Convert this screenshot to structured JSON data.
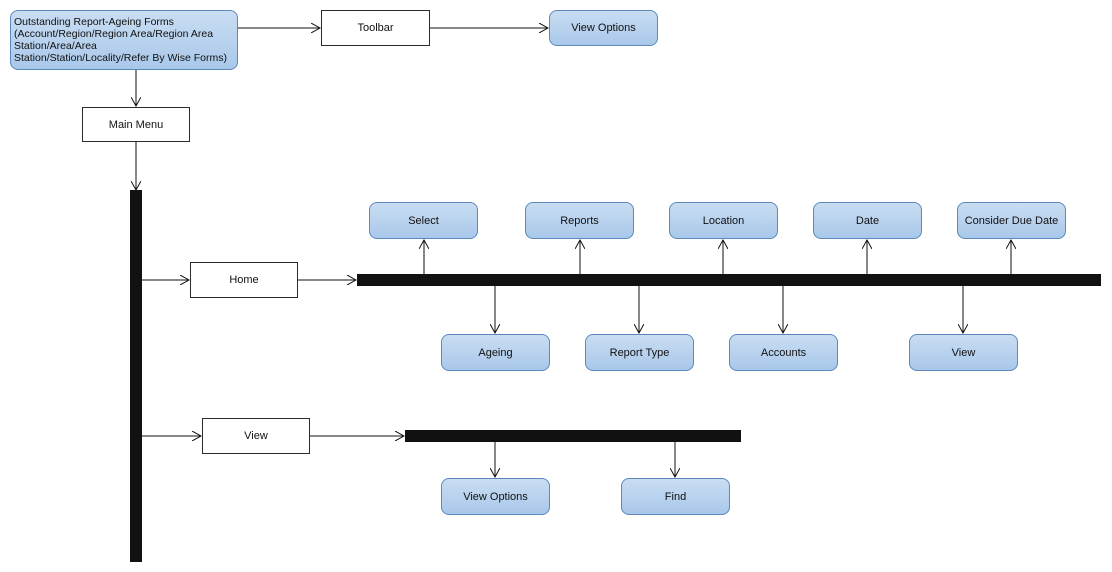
{
  "diagram": {
    "root": {
      "label": "Outstanding Report-Ageing Forms (Account/Region/Region Area/Region Area Station/Area/Area Station/Station/Locality/Refer By Wise Forms)"
    },
    "toolbar": {
      "label": "Toolbar",
      "child": "View Options"
    },
    "main_menu": {
      "label": "Main Menu"
    },
    "home": {
      "label": "Home",
      "upper_items": [
        "Select",
        "Reports",
        "Location",
        "Date",
        "Consider Due Date"
      ],
      "lower_items": [
        "Ageing",
        "Report Type",
        "Accounts",
        "View"
      ]
    },
    "view": {
      "label": "View",
      "items": [
        "View Options",
        "Find"
      ]
    }
  }
}
